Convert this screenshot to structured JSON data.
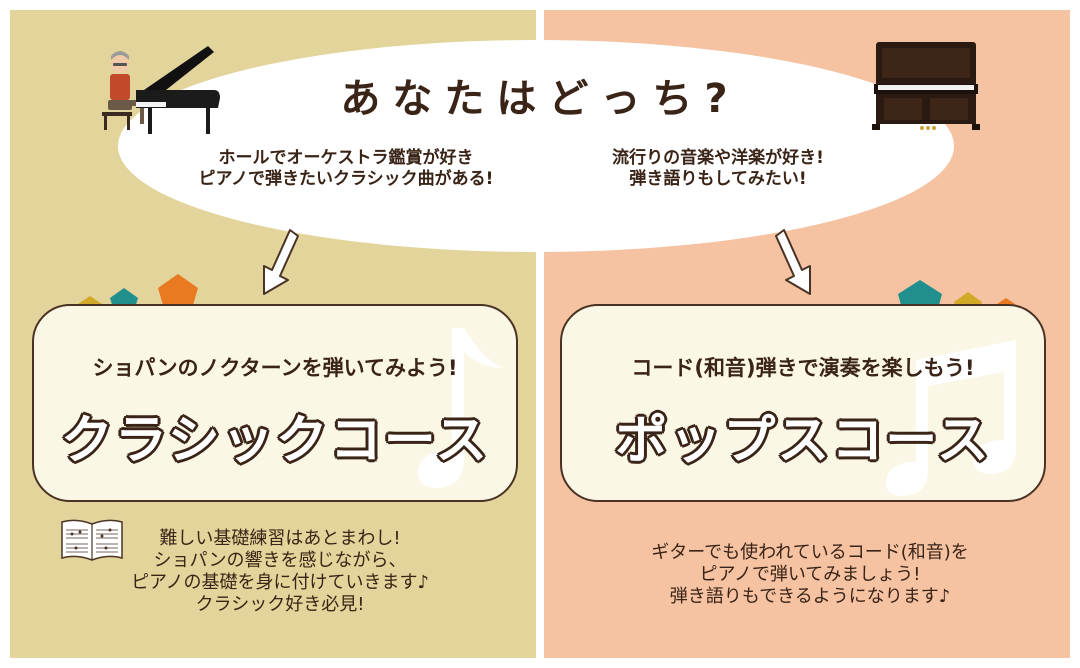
{
  "colors": {
    "left_panel": "#e2d49a",
    "right_panel": "#f5c3a2",
    "card_border": "#4a3324",
    "card_fill": "#fbf7e6",
    "teal": "#218f8c",
    "orange": "#e97a22",
    "mustard": "#d3a928"
  },
  "header": {
    "title": "あなたはどっち?",
    "left_lines": [
      "ホールでオーケストラ鑑賞が好き",
      "ピアノで弾きたいクラシック曲がある!"
    ],
    "right_lines": [
      "流行りの音楽や洋楽が好き!",
      "弾き語りもしてみたい!"
    ]
  },
  "classic": {
    "headline": "ショパンのノクターンを弾いてみよう!",
    "course": "クラシックコース",
    "desc": [
      "難しい基礎練習はあとまわし!",
      "ショパンの響きを感じながら、",
      "ピアノの基礎を身に付けていきます♪",
      "クラシック好き必見!"
    ]
  },
  "pops": {
    "headline": "コード(和音)弾きで演奏を楽しもう!",
    "course": "ポップスコース",
    "desc": [
      "ギターでも使われているコード(和音)を",
      "ピアノで弾いてみましょう!",
      "弾き語りもできるようになります♪"
    ]
  },
  "icons": [
    "grand-piano-player-icon",
    "upright-piano-icon",
    "sheet-music-icon",
    "music-note-icon",
    "pentagon-decoration"
  ]
}
